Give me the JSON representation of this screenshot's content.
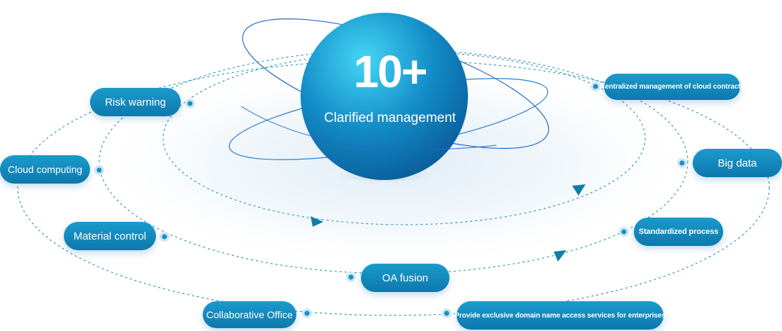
{
  "center": {
    "number": "10+",
    "caption": "Clarified management"
  },
  "labels": {
    "risk_warning": "Risk warning",
    "cloud_computing": "Cloud computing",
    "material_control": "Material control",
    "collaborative_office": "Collaborative Office",
    "oa_fusion": "OA fusion",
    "cloud_contracts": "Centralized management of cloud contracts",
    "big_data": "Big data",
    "standardized_process": "Standardized process",
    "exclusive_domain": "Provide exclusive domain name access services for enterprises"
  },
  "colors": {
    "pill": "#1586bc",
    "sphere_light": "#3fd0f5",
    "sphere_dark": "#0a6da8",
    "orbit": "#2f9bb8",
    "halo": "#e7f2f8"
  }
}
